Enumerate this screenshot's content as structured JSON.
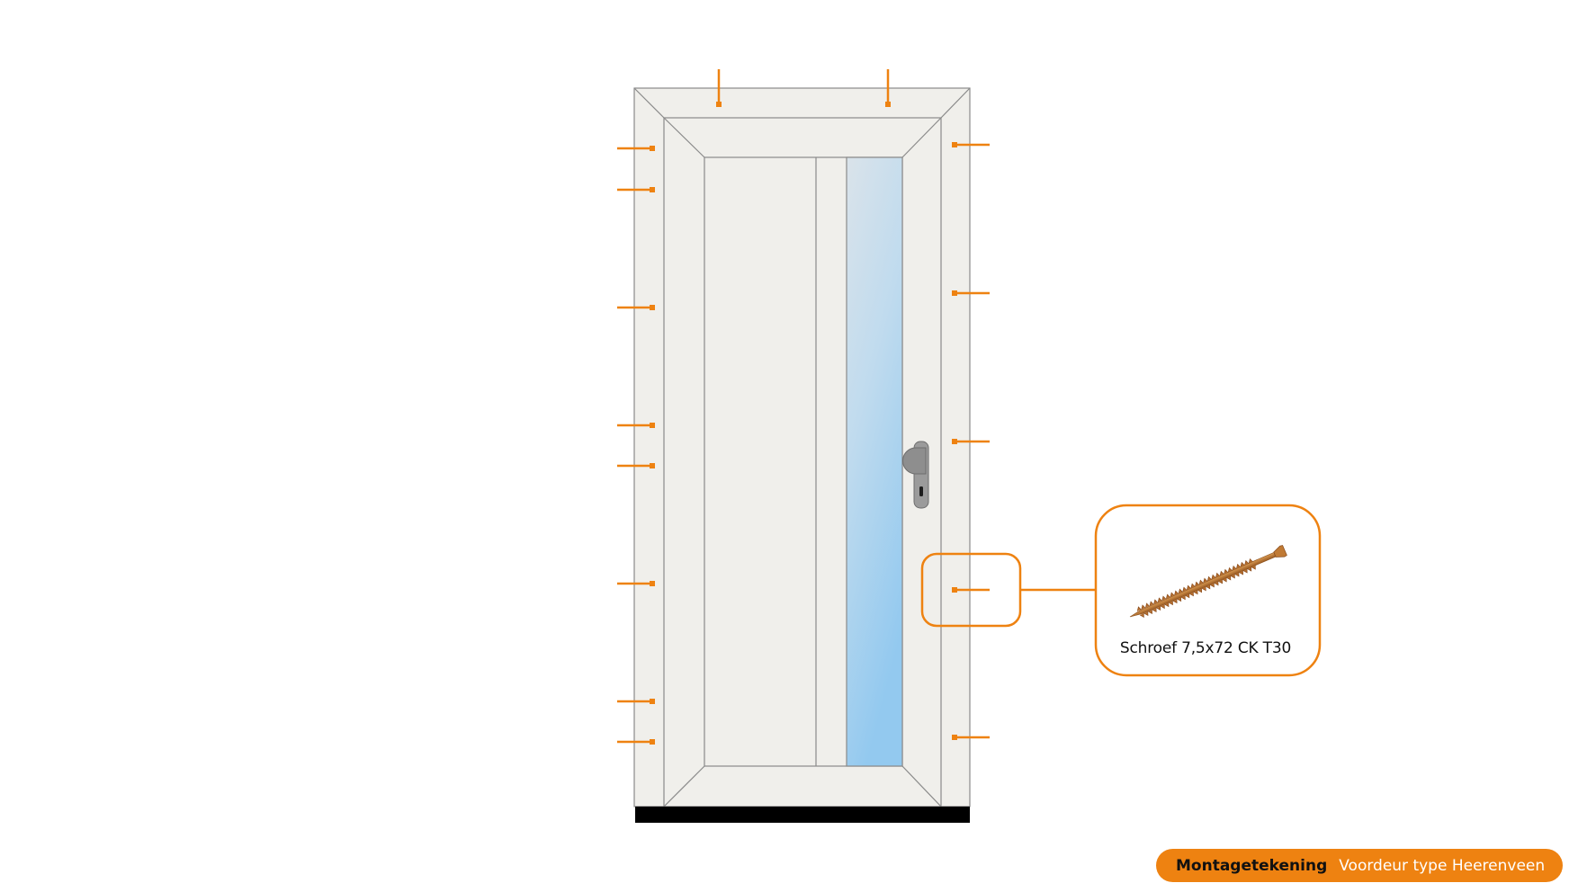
{
  "drawing": {
    "door_name": "Voordeur type Heerenveen",
    "frame_color": "#f0efeb",
    "glass_color_top": "#d6e2ea",
    "glass_color_bottom": "#9dcdee",
    "accent_color": "#ee8211",
    "threshold_color": "#000000"
  },
  "callout": {
    "label": "Schroef 7,5x72 CK T30",
    "screw_color": "#c07a34"
  },
  "footer": {
    "title": "Montagetekening",
    "subtitle": "Voordeur type Heerenveen"
  }
}
